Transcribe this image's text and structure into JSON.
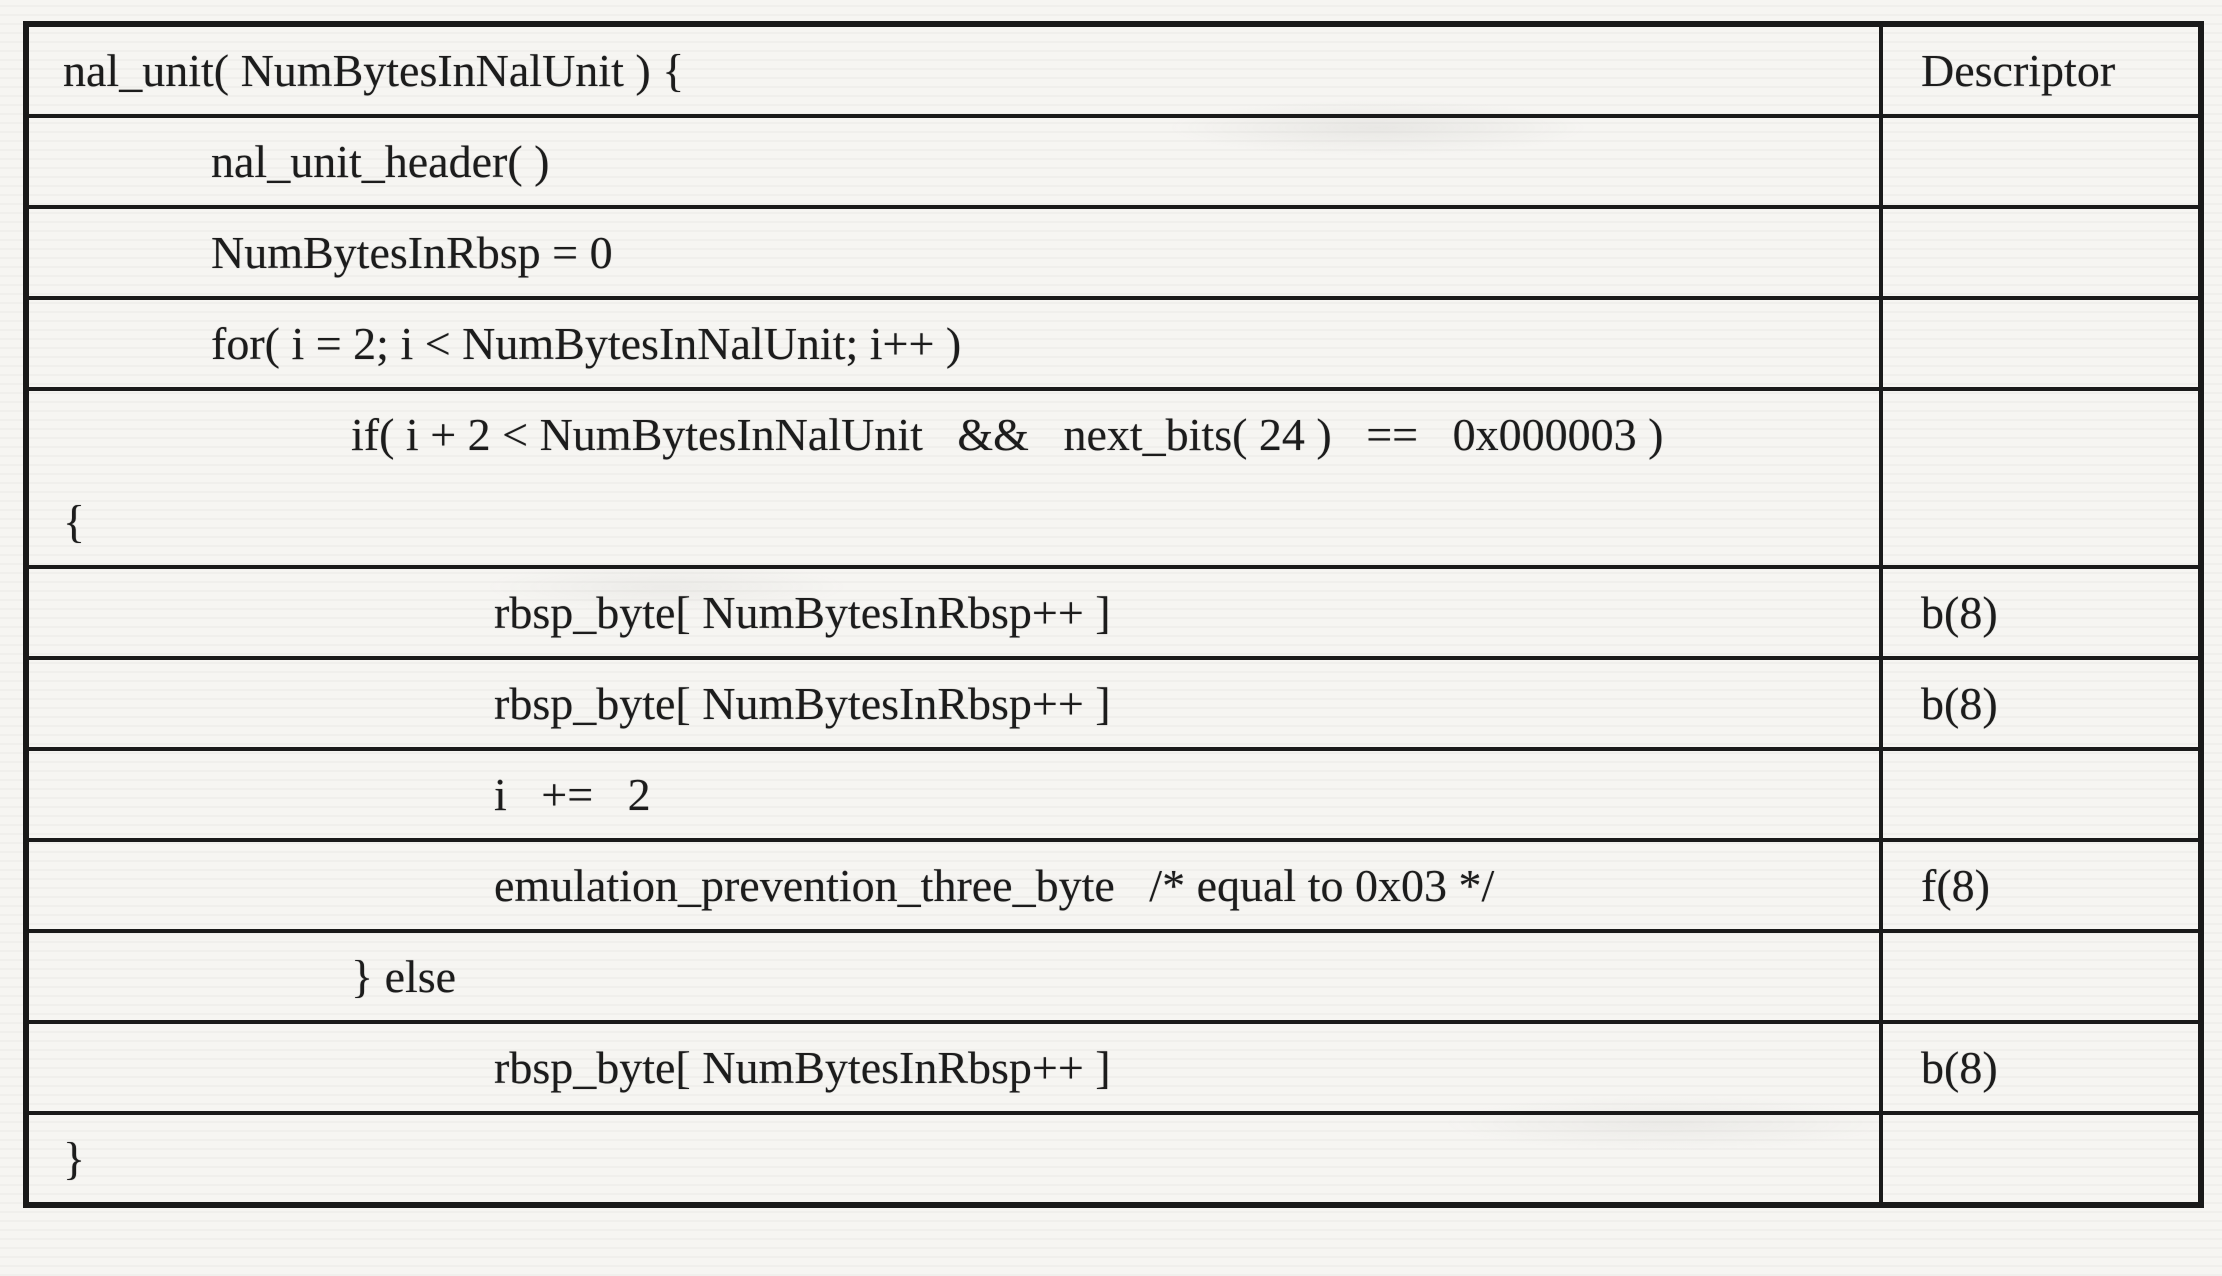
{
  "colors": {
    "paper": "#f6f5f2",
    "ink": "#1c1c1c",
    "line": "#1a1a1a"
  },
  "table": {
    "name": "nal-unit-syntax-table",
    "descriptor_header": "Descriptor",
    "rows": [
      {
        "lines": [
          {
            "text": "nal_unit( NumBytesInNalUnit ) {",
            "indent": 0
          }
        ],
        "descriptor": "Descriptor",
        "tall": false
      },
      {
        "lines": [
          {
            "text": "nal_unit_header( )",
            "indent": 1
          }
        ],
        "descriptor": "",
        "tall": false
      },
      {
        "lines": [
          {
            "text": "NumBytesInRbsp = 0",
            "indent": 1
          }
        ],
        "descriptor": "",
        "tall": false
      },
      {
        "lines": [
          {
            "text": "for( i = 2; i < NumBytesInNalUnit; i++ )",
            "indent": 1
          }
        ],
        "descriptor": "",
        "tall": false
      },
      {
        "lines": [
          {
            "text": "if( i + 2 < NumBytesInNalUnit   &&   next_bits( 24 )   ==   0x000003 )",
            "indent": 2
          },
          {
            "text": "{",
            "indent": 0
          }
        ],
        "descriptor": "",
        "tall": true
      },
      {
        "lines": [
          {
            "text": "rbsp_byte[ NumBytesInRbsp++ ]",
            "indent": 3
          }
        ],
        "descriptor": "b(8)",
        "tall": false
      },
      {
        "lines": [
          {
            "text": "rbsp_byte[ NumBytesInRbsp++ ]",
            "indent": 3
          }
        ],
        "descriptor": "b(8)",
        "tall": false
      },
      {
        "lines": [
          {
            "text": "i   +=   2",
            "indent": 3
          }
        ],
        "descriptor": "",
        "tall": false
      },
      {
        "lines": [
          {
            "text": "emulation_prevention_three_byte   /* equal to 0x03 */",
            "indent": 3
          }
        ],
        "descriptor": "f(8)",
        "tall": false
      },
      {
        "lines": [
          {
            "text": "} else",
            "indent": 2
          }
        ],
        "descriptor": "",
        "tall": false
      },
      {
        "lines": [
          {
            "text": "rbsp_byte[ NumBytesInRbsp++ ]",
            "indent": 3
          }
        ],
        "descriptor": "b(8)",
        "tall": false
      },
      {
        "lines": [
          {
            "text": "}",
            "indent": 0
          }
        ],
        "descriptor": "",
        "tall": false
      }
    ]
  }
}
